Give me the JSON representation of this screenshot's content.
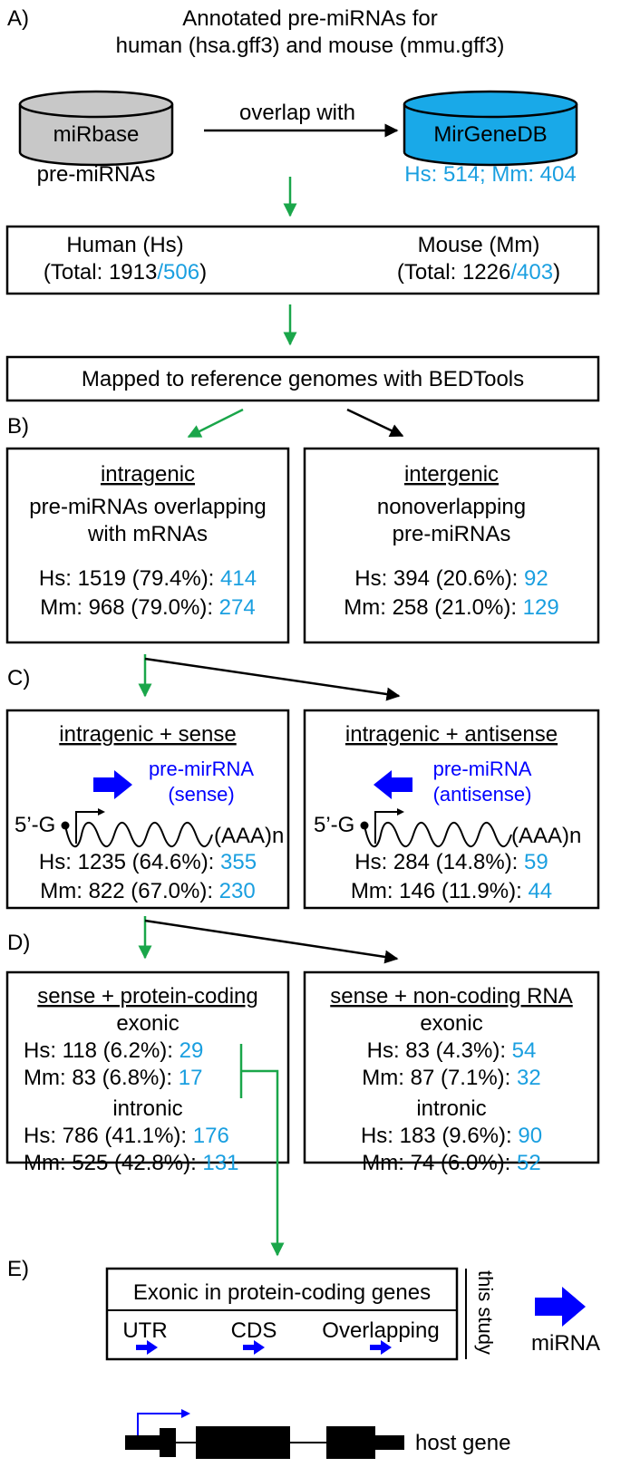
{
  "colors": {
    "highlight": "#1a9fe0",
    "mirna_blue": "#0000ff",
    "arrow_green": "#1aa64a",
    "mirgenedb_fill": "#19a9e8",
    "mirbase_fill": "#c8c8c8"
  },
  "panel_a": {
    "label": "A)",
    "title_line1": "Annotated pre-miRNAs for",
    "title_line2": "human (hsa.gff3) and mouse (mmu.gff3)",
    "mirbase": "miRbase",
    "mirbase_sub": "pre-miRNAs",
    "overlap": "overlap with",
    "mirgenedb": "MirGeneDB",
    "mirgenedb_counts": "Hs: 514; Mm: 404",
    "human_label": "Human (Hs)",
    "human_total_prefix": "(Total: 1913",
    "human_total_hl": "/506",
    "mouse_label": "Mouse (Mm)",
    "mouse_total_prefix": "(Total: 1226",
    "mouse_total_hl": "/403",
    "close_paren": ")",
    "mapped": "Mapped to reference genomes with BEDTools"
  },
  "panel_b": {
    "label": "B)",
    "intragenic": {
      "title": "intragenic",
      "line1": "pre-miRNAs overlapping",
      "line2": "with mRNAs",
      "hs": "Hs: 1519 (79.4%): ",
      "hs_hl": "414",
      "mm": "Mm: 968 (79.0%): ",
      "mm_hl": "274"
    },
    "intergenic": {
      "title": "intergenic",
      "line1": "nonoverlapping",
      "line2": "pre-miRNAs",
      "hs": "Hs: 394 (20.6%): ",
      "hs_hl": "92",
      "mm": "Mm: 258 (21.0%): ",
      "mm_hl": "129"
    }
  },
  "panel_c": {
    "label": "C)",
    "sense": {
      "title": "intragenic + sense",
      "mirna1": "pre-mirRNA",
      "mirna2": "(sense)",
      "five": "5’-G",
      "polya": "(AAA)n",
      "hs": "Hs: 1235 (64.6%): ",
      "hs_hl": "355",
      "mm": "Mm: 822 (67.0%): ",
      "mm_hl": "230"
    },
    "antisense": {
      "title": "intragenic + antisense",
      "mirna1": "pre-miRNA",
      "mirna2": "(antisense)",
      "five": "5’-G",
      "polya": "(AAA)n",
      "hs": "Hs: 284 (14.8%): ",
      "hs_hl": "59",
      "mm": "Mm: 146 (11.9%): ",
      "mm_hl": "44"
    }
  },
  "panel_d": {
    "label": "D)",
    "protein": {
      "title": "sense + protein-coding",
      "exonic": "exonic",
      "ex_hs": "Hs: 118 (6.2%): ",
      "ex_hs_hl": "29",
      "ex_mm": "Mm: 83 (6.8%): ",
      "ex_mm_hl": "17",
      "intronic": "intronic",
      "in_hs": "Hs: 786 (41.1%): ",
      "in_hs_hl": "176",
      "in_mm": "Mm: 525 (42.8%): ",
      "in_mm_hl": "131"
    },
    "noncoding": {
      "title": "sense + non-coding RNA",
      "exonic": "exonic",
      "ex_hs": "Hs: 83 (4.3%): ",
      "ex_hs_hl": "54",
      "ex_mm": "Mm: 87 (7.1%): ",
      "ex_mm_hl": "32",
      "intronic": "intronic",
      "in_hs": "Hs: 183 (9.6%): ",
      "in_hs_hl": "90",
      "in_mm": "Mm: 74 (6.0%): ",
      "in_mm_hl": "52"
    }
  },
  "panel_e": {
    "label": "E)",
    "box_title": "Exonic in protein-coding genes",
    "utr": "UTR",
    "cds": "CDS",
    "overlapping": "Overlapping",
    "this_study": "this study",
    "mirna": "miRNA",
    "host_gene": "host gene"
  }
}
